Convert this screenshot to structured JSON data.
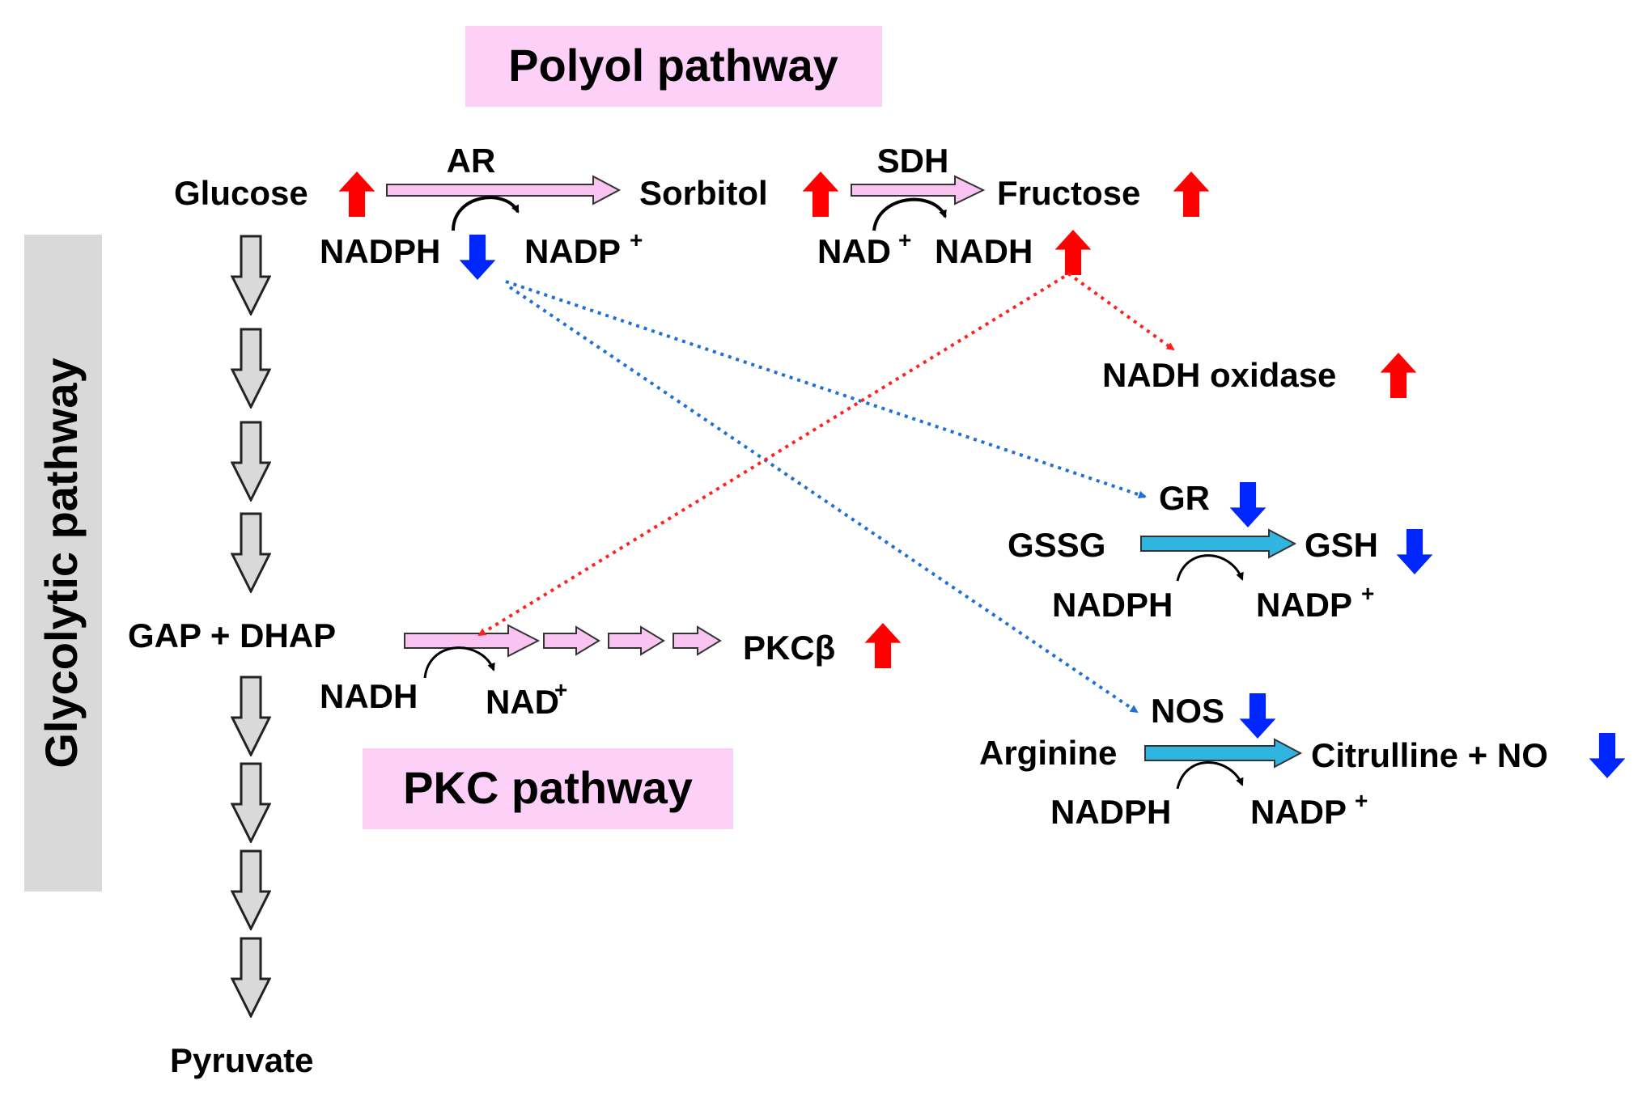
{
  "titles": {
    "polyol": "Polyol pathway",
    "pkc": "PKC pathway",
    "glycolytic": "Glycolytic pathway"
  },
  "enzymes": {
    "ar": "AR",
    "sdh": "SDH",
    "gr": "GR",
    "nos": "NOS",
    "nadh_oxidase": "NADH oxidase"
  },
  "metabolites": {
    "glucose": "Glucose",
    "sorbitol": "Sorbitol",
    "fructose": "Fructose",
    "gap_dhap": "GAP + DHAP",
    "pyruvate": "Pyruvate",
    "pkcb": "PKCβ",
    "gssg": "GSSG",
    "gsh": "GSH",
    "arginine": "Arginine",
    "citrulline_no": "Citrulline + NO"
  },
  "cofactors": {
    "ar_in": "NADPH",
    "ar_out": "NADP",
    "sdh_in": "NAD",
    "sdh_out": "NADH",
    "pkc_in": "NADH",
    "pkc_out": "NAD",
    "gr_in": "NADPH",
    "gr_out": "NADP",
    "nos_in": "NADPH",
    "nos_out": "NADP",
    "charge": "+"
  },
  "colors": {
    "increase": "#ff0000",
    "decrease": "#0026ff",
    "polyol_box": "#fcd0f7",
    "glycolytic_box": "#d9d9d9",
    "pink_arrow": "#f9c4f2",
    "cyan_arrow": "#30b4e0",
    "gray_arrow": "#d9d9d9",
    "red_dotted": "#ff2020",
    "blue_dotted": "#1f6fd6"
  }
}
